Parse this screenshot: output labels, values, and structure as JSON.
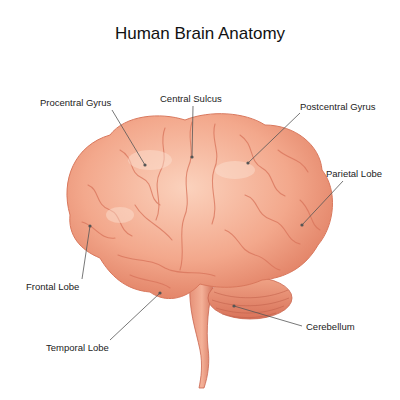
{
  "diagram": {
    "title": "Human Brain Anatomy",
    "labels": [
      "Procentral Gyrus",
      "Central Sulcus",
      "Postcentral Gyrus",
      "Parietal Lobe",
      "Frontal Lobe",
      "Temporal Lobe",
      "Cerebellum"
    ]
  }
}
